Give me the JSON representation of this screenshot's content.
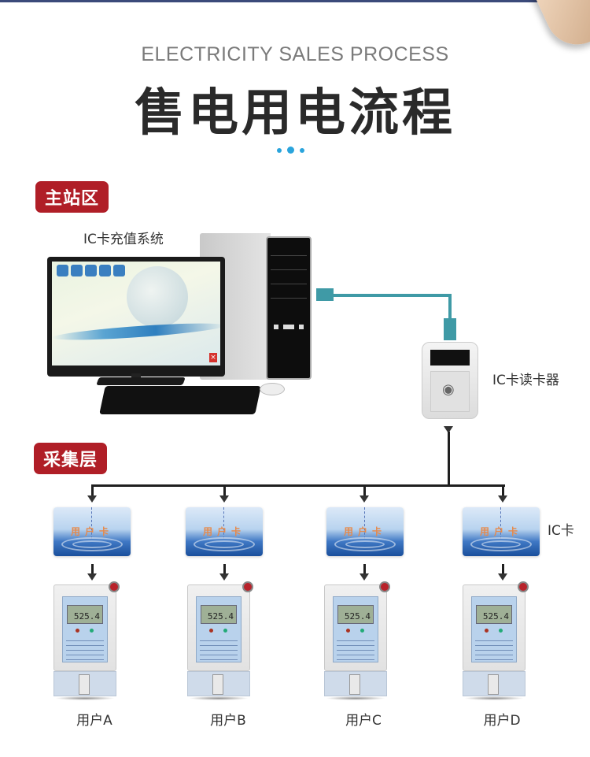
{
  "header": {
    "subtitle": "ELECTRICITY SALES PROCESS",
    "title": "售电用电流程",
    "accent_color": "#2aa4dc"
  },
  "sections": {
    "master_station": "主站区",
    "collection_layer": "采集层",
    "badge_color": "#b01e27"
  },
  "labels": {
    "ic_system": "IC卡充值系统",
    "reader": "IC卡读卡器",
    "ic_card": "IC卡"
  },
  "devices": {
    "close_icon": "×",
    "rfid_icon": "((◎))"
  },
  "users": [
    {
      "name": "用户A",
      "card_label": "用户卡",
      "meter_reading": "525.4"
    },
    {
      "name": "用户B",
      "card_label": "用户卡",
      "meter_reading": "525.4"
    },
    {
      "name": "用户C",
      "card_label": "用户卡",
      "meter_reading": "525.4"
    },
    {
      "name": "用户D",
      "card_label": "用户卡",
      "meter_reading": "525.4"
    }
  ],
  "cable_color": "#3f9aa6"
}
